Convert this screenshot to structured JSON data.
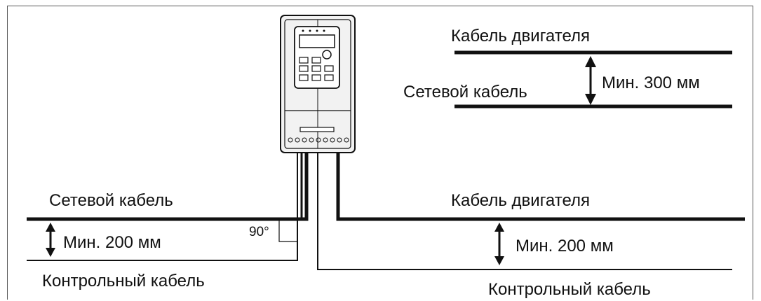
{
  "colors": {
    "line": "#111111",
    "frame": "#555555",
    "device_body": "#f2f2f2"
  },
  "labels": {
    "motor_cable_top": "Кабель двигателя",
    "mains_cable_top": "Сетевой кабель",
    "min_300": "Мин. 300 мм",
    "mains_cable_left": "Сетевой кабель",
    "min_200_left": "Мин. 200 мм",
    "control_cable_left": "Контрольный кабель",
    "angle_90": "90°",
    "motor_cable_right": "Кабель двигателя",
    "min_200_right": "Мин. 200 мм",
    "control_cable_right": "Контрольный кабель"
  },
  "icons": {
    "device": "frequency-inverter-icon",
    "arrow": "double-arrow-icon"
  }
}
